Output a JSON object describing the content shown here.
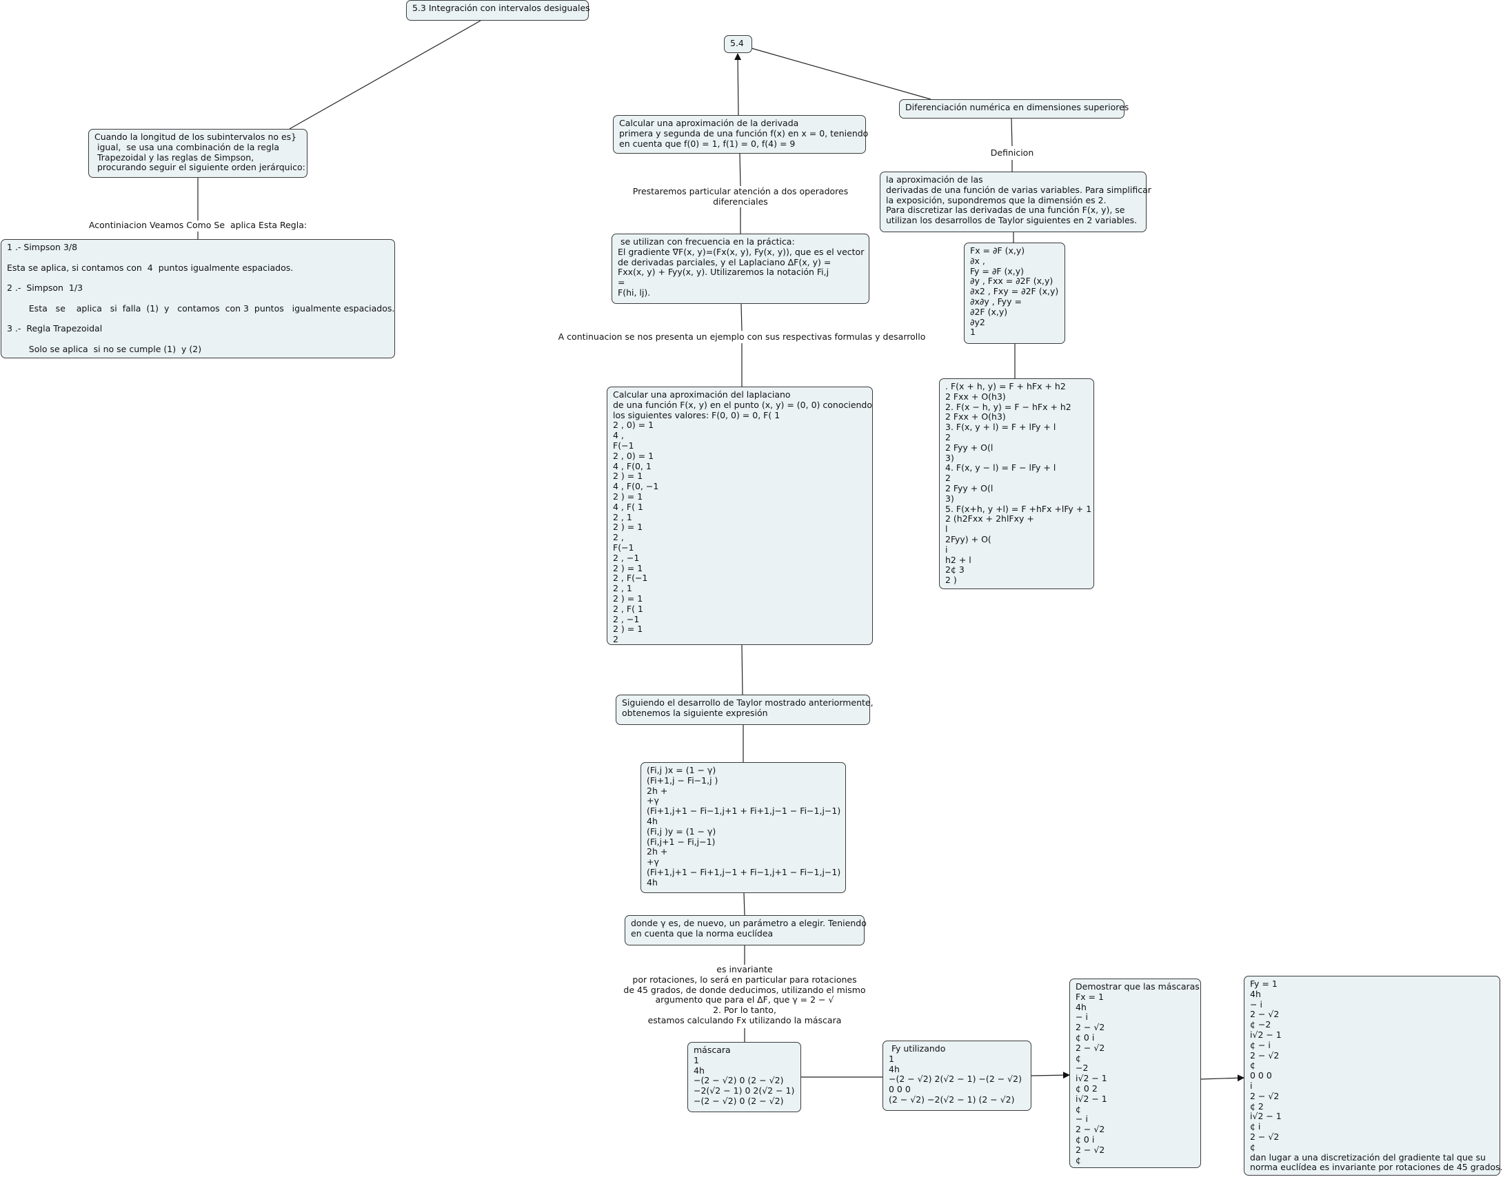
{
  "nodes": {
    "n53": "5.3 Integración con intervalos desiguales",
    "n54": "5.4",
    "cuando": "Cuando la longitud de los subintervalos no es}\n igual,  se usa una combinación de la regla\n Trapezoidal y las reglas de Simpson,\n procurando seguir el siguiente orden jerárquico:",
    "simpson": "1 .- Simpson 3/8\n\nEsta se aplica, si contamos con  4  puntos igualmente espaciados.\n\n2 .-  Simpson  1/3\n\n        Esta   se    aplica   si  falla  (1)  y   contamos  con 3  puntos   igualmente espaciados.\n\n3 .-  Regla Trapezoidal\n\n        Solo se aplica  si no se cumple (1)  y (2)",
    "calcular_derivada": "Calcular una aproximación de la derivada\nprimera y segunda de una función f(x) en x = 0, teniendo\nen cuenta que f(0) = 1, f(1) = 0, f(4) = 9",
    "diferenciacion": "Diferenciación numérica en dimensiones superiores",
    "aproximacion": "la aproximación de las\nderivadas de una función de varias variables. Para simplificar\nla exposición, supondremos que la dimensión es 2.\nPara discretizar las derivadas de una función F(x, y), se\nutilizan los desarrollos de Taylor siguientes en 2 variables.",
    "gradiente": " se utilizan con frecuencia en la práctica:\nEl gradiente ∇F(x, y)=(Fx(x, y), Fy(x, y)), que es el vector\nde derivadas parciales, y el Laplaciano ∆F(x, y) =\nFxx(x, y) + Fyy(x, y). Utilizaremos la notación Fi,j\n=\nF(hi, lj).",
    "fx_box": "Fx = ∂F (x,y)\n∂x ,\nFy = ∂F (x,y)\n∂y , Fxx = ∂2F (x,y)\n∂x2 , Fxy = ∂2F (x,y)\n∂x∂y , Fyy =\n∂2F (x,y)\n∂y2\n1",
    "taylor": ". F(x + h, y) = F + hFx + h2\n2 Fxx + O(h3)\n2. F(x − h, y) = F − hFx + h2\n2 Fxx + O(h3)\n3. F(x, y + l) = F + lFy + l\n2\n2 Fyy + O(l\n3)\n4. F(x, y − l) = F − lFy + l\n2\n2 Fyy + O(l\n3)\n5. F(x+h, y +l) = F +hFx +lFy + 1\n2 (h2Fxx + 2hlFxy +\nl\n2Fyy) + O(\ni\nh2 + l\n2¢ 3\n2 )",
    "laplaciano": "Calcular una aproximación del laplaciano\nde una función F(x, y) en el punto (x, y) = (0, 0) conociendo\nlos siguientes valores: F(0, 0) = 0, F( 1\n2 , 0) = 1\n4 ,\nF(−1\n2 , 0) = 1\n4 , F(0, 1\n2 ) = 1\n4 , F(0, −1\n2 ) = 1\n4 , F( 1\n2 , 1\n2 ) = 1\n2 ,\nF(−1\n2 , −1\n2 ) = 1\n2 , F(−1\n2 , 1\n2 ) = 1\n2 , F( 1\n2 , −1\n2 ) = 1\n2",
    "siguiendo": "Siguiendo el desarrollo de Taylor mostrado anteriormente,\nobtenemos la siguiente expresión",
    "fij": "(Fi,j )x = (1 − γ)\n(Fi+1,j − Fi−1,j )\n2h +\n+γ\n(Fi+1,j+1 − Fi−1,j+1 + Fi+1,j−1 − Fi−1,j−1)\n4h\n(Fi,j )y = (1 − γ)\n(Fi,j+1 − Fi,j−1)\n2h +\n+γ\n(Fi+1,j+1 − Fi+1,j−1 + Fi−1,j+1 − Fi−1,j−1)\n4h",
    "donde": "donde γ es, de nuevo, un parámetro a elegir. Teniendo\nen cuenta que la norma euclídea",
    "mascara": "máscara\n1\n4h\n−(2 − √2) 0 (2 − √2)\n−2(√2 − 1) 0 2(√2 − 1)\n−(2 − √2) 0 (2 − √2)",
    "fy_util": " Fy utilizando\n1\n4h\n−(2 − √2) 2(√2 − 1) −(2 − √2)\n0 0 0\n(2 − √2) −2(√2 − 1) (2 − √2)",
    "demostrar": "Demostrar que las máscaras\nFx = 1\n4h\n− i\n2 − √2\n¢ 0 i\n2 − √2\n¢\n−2\ni√2 − 1\n¢ 0 2\ni√2 − 1\n¢\n− i\n2 − √2\n¢ 0 i\n2 − √2\n¢",
    "fy_final": "Fy = 1\n4h\n− i\n2 − √2\n¢ −2\ni√2 − 1\n¢ − i\n2 − √2\n¢\n0 0 0\ni\n2 − √2\n¢ 2\ni√2 − 1\n¢ i\n2 − √2\n¢\ndan lugar a una discretización del gradiente tal que su\nnorma euclídea es invariante por rotaciones de 45 grados."
  },
  "labels": {
    "acontinuacion": "Acontiniacion Veamos Como Se  aplica Esta Regla:",
    "prestaremos": "Prestaremos particular atención a dos operadores\ndiferenciales",
    "definicion": "Definicion",
    "ejemplo": "A continuacion se nos presenta un ejemplo con sus respectivas formulas y desarrollo",
    "invariante": "es invariante\npor rotaciones, lo será en particular para rotaciones\nde 45 grados, de donde deducimos, utilizando el mismo\nargumento que para el ∆F, que γ = 2 − √\n2. Por lo tanto,\nestamos calculando Fx utilizando la máscara"
  },
  "colors": {
    "node_fill": "#eaf2f4",
    "node_border": "#3a3a3a",
    "line": "#222222"
  }
}
